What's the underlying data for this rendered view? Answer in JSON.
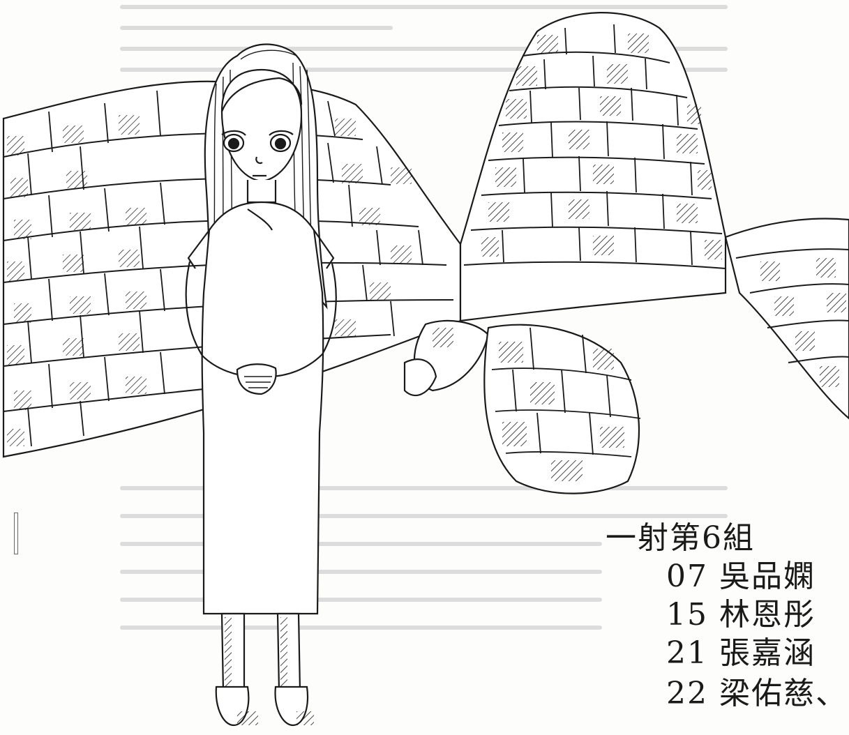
{
  "caption": {
    "title": "一射第6組",
    "members": [
      "07 吳品嫻",
      "15 林恩彤",
      "21 張嘉涵",
      "22 梁佑慈、"
    ]
  },
  "colors": {
    "paper": "#fdfdfb",
    "ink": "#1a1a1a",
    "faint_print": "#d9d9d9"
  }
}
